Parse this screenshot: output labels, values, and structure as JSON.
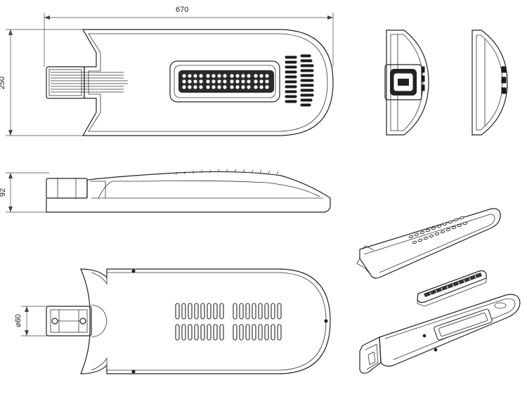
{
  "dimensions": {
    "length": "670",
    "width": "250",
    "height": "92",
    "pole_diameter": "⌀60"
  },
  "views": [
    "top-view",
    "front-view",
    "side-view",
    "elevation-view",
    "bottom-view",
    "exploded-isometric-view"
  ],
  "colors": {
    "line": "#222222",
    "background": "#ffffff"
  }
}
